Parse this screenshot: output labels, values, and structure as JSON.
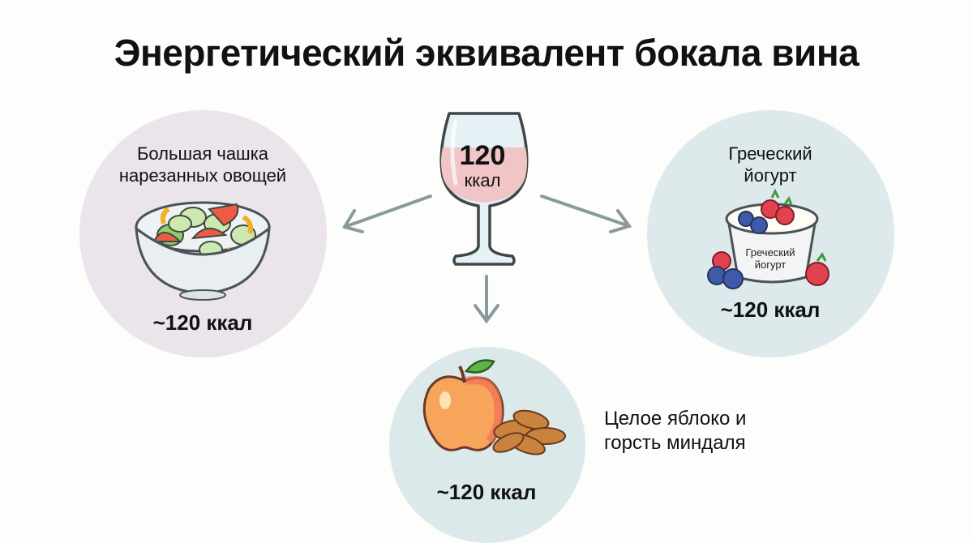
{
  "title": "Энергетический эквивалент бокала вина",
  "center": {
    "item": "wine-glass",
    "value": "120",
    "unit": "ккал"
  },
  "equivalents": [
    {
      "position": "left",
      "label_line1": "Большая чашка",
      "label_line2": "нарезанных овощей",
      "calories": "~120 ккал",
      "icon": "salad-bowl-icon"
    },
    {
      "position": "right",
      "label_line1": "Греческий",
      "label_line2": "йогурт",
      "container_label_line1": "Греческий",
      "container_label_line2": "йогурт",
      "calories": "~120 ккал",
      "icon": "yogurt-cup-icon"
    },
    {
      "position": "bottom",
      "label_line1": "Целое яблоко и",
      "label_line2": "горсть миндаля",
      "calories": "~120 ккал",
      "icon": "apple-almonds-icon"
    }
  ],
  "colors": {
    "left_circle": "#ebe4eb",
    "right_circle": "#dde9eb",
    "bottom_circle": "#dce9ea",
    "wine": "#f1c4c6",
    "arrow": "#8a9a9c"
  }
}
